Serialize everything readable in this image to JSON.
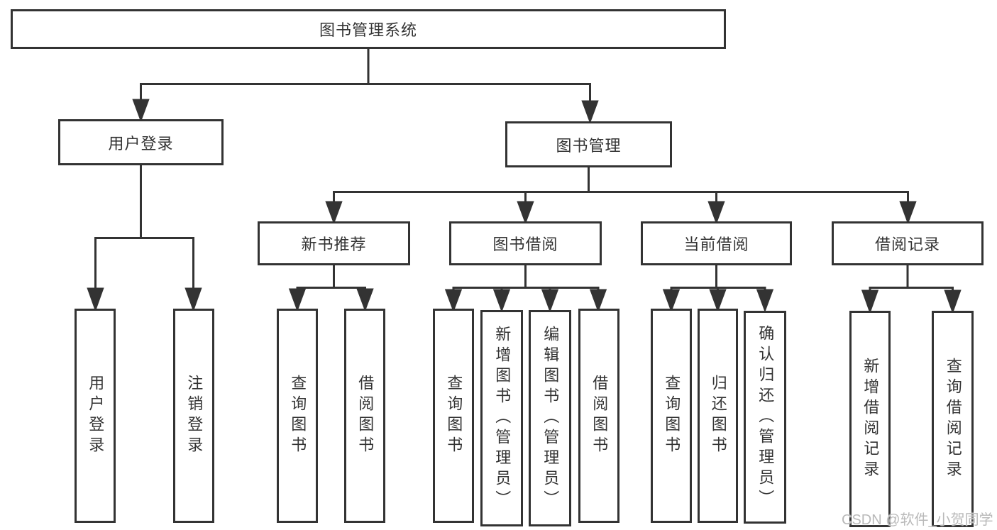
{
  "colors": {
    "background": "#ffffff",
    "box_border": "#333333",
    "line": "#333333",
    "text": "#333333",
    "watermark": "#b9b9b9"
  },
  "tree": {
    "root": {
      "label": "图书管理系统"
    },
    "branches": [
      {
        "label": "用户登录",
        "children": [
          {
            "label": "用户登录"
          },
          {
            "label": "注销登录"
          }
        ]
      },
      {
        "label": "图书管理",
        "children": [
          {
            "label": "新书推荐",
            "children": [
              {
                "label": "查询图书"
              },
              {
                "label": "借阅图书"
              }
            ]
          },
          {
            "label": "图书借阅",
            "children": [
              {
                "label": "查询图书"
              },
              {
                "label": "新增图书（管理员）"
              },
              {
                "label": "编辑图书（管理员）"
              },
              {
                "label": "借阅图书"
              }
            ]
          },
          {
            "label": "当前借阅",
            "children": [
              {
                "label": "查询图书"
              },
              {
                "label": "归还图书"
              },
              {
                "label": "确认归还（管理员）"
              }
            ]
          },
          {
            "label": "借阅记录",
            "children": [
              {
                "label": "新增借阅记录"
              },
              {
                "label": "查询借阅记录"
              }
            ]
          }
        ]
      }
    ]
  },
  "watermark": {
    "text": "CSDN @软件_小贺同学"
  }
}
